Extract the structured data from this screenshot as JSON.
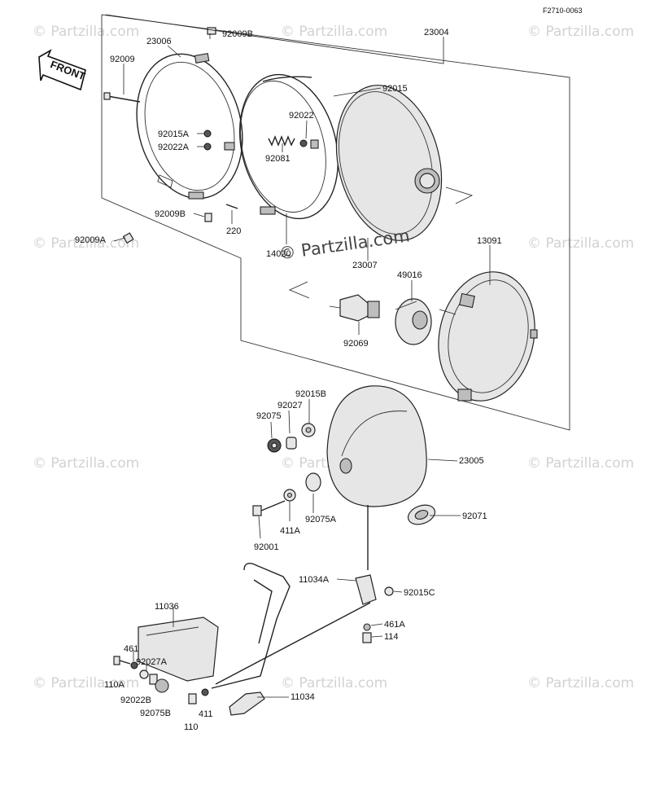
{
  "figure_code": "F2710-0063",
  "front_label": "FRONT",
  "watermark": "© Partzilla.com",
  "center_watermark": "© Partzilla.com",
  "labels": {
    "l23004": "23004",
    "l23006": "23006",
    "l92009B": "92009B",
    "l92009": "92009",
    "l92015": "92015",
    "l92022": "92022",
    "l92015A": "92015A",
    "l92022A": "92022A",
    "l92081": "92081",
    "l92009B_2": "92009B",
    "l220": "220",
    "l92009A": "92009A",
    "l14020": "14020",
    "l23007": "23007",
    "l13091": "13091",
    "l49016": "49016",
    "l92069": "92069",
    "l92015B": "92015B",
    "l92027": "92027",
    "l92075": "92075",
    "l23005": "23005",
    "l92075A": "92075A",
    "l411A": "411A",
    "l92001": "92001",
    "l92071": "92071",
    "l11034A": "11034A",
    "l92015C": "92015C",
    "l461A": "461A",
    "l114": "114",
    "l11036": "11036",
    "l461": "461",
    "l92027A": "92027A",
    "l110A": "110A",
    "l92022B": "92022B",
    "l92075B": "92075B",
    "l110": "110",
    "l411": "411",
    "l11034": "11034"
  }
}
